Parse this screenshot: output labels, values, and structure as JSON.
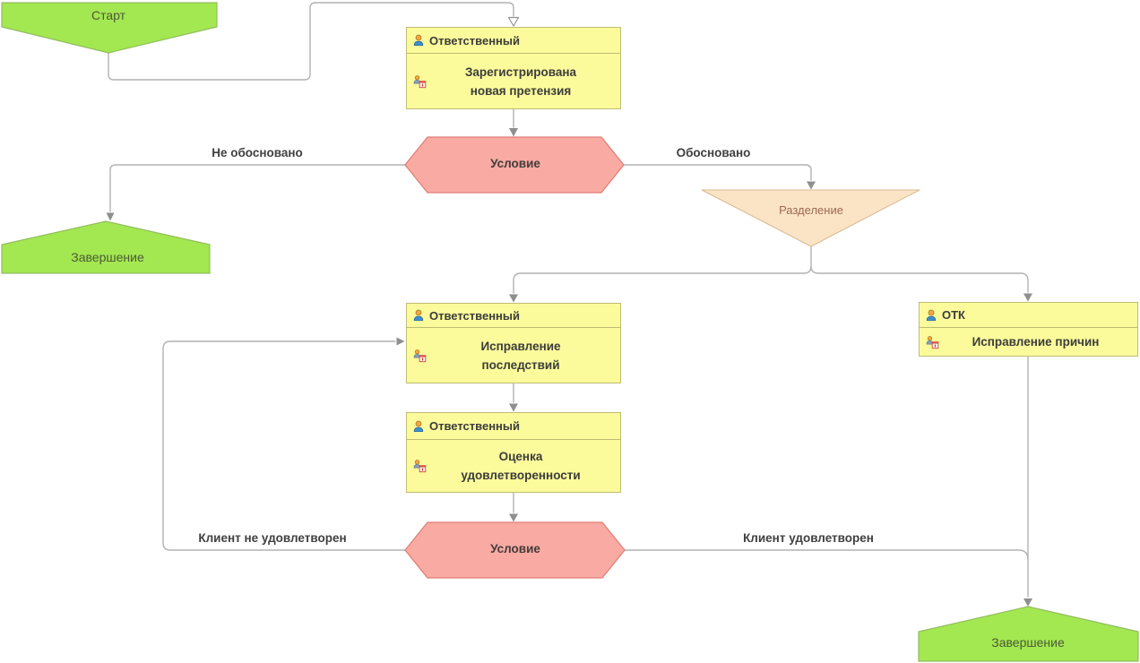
{
  "nodes": {
    "start": {
      "label": "Старт"
    },
    "task_new_claim": {
      "role": "Ответственный",
      "action": "Зарегистрирована\nновая претензия"
    },
    "condition_justified": {
      "label": "Условие"
    },
    "end_left": {
      "label": "Завершение"
    },
    "split": {
      "label": "Разделение"
    },
    "task_fix_consequences": {
      "role": "Ответственный",
      "action": "Исправление\nпоследствий"
    },
    "task_fix_causes": {
      "role": "ОТК",
      "action": "Исправление причин"
    },
    "task_satisfaction": {
      "role": "Ответственный",
      "action": "Оценка\nудовлетворенности"
    },
    "condition_satisfied": {
      "label": "Условие"
    },
    "end_bottom": {
      "label": "Завершение"
    }
  },
  "edge_labels": {
    "not_justified": "Не обосновано",
    "justified": "Обосновано",
    "client_not_satisfied": "Клиент не удовлетворен",
    "client_satisfied": "Клиент удовлетворен"
  },
  "colors": {
    "task_fill": "#fbfb9b",
    "task_border": "#bfbc74",
    "start_end_fill": "#a3e751",
    "condition_fill": "#f9aaa2",
    "split_fill": "#fbe4c6",
    "connector": "#b2b2b2",
    "label_text": "#404040"
  }
}
